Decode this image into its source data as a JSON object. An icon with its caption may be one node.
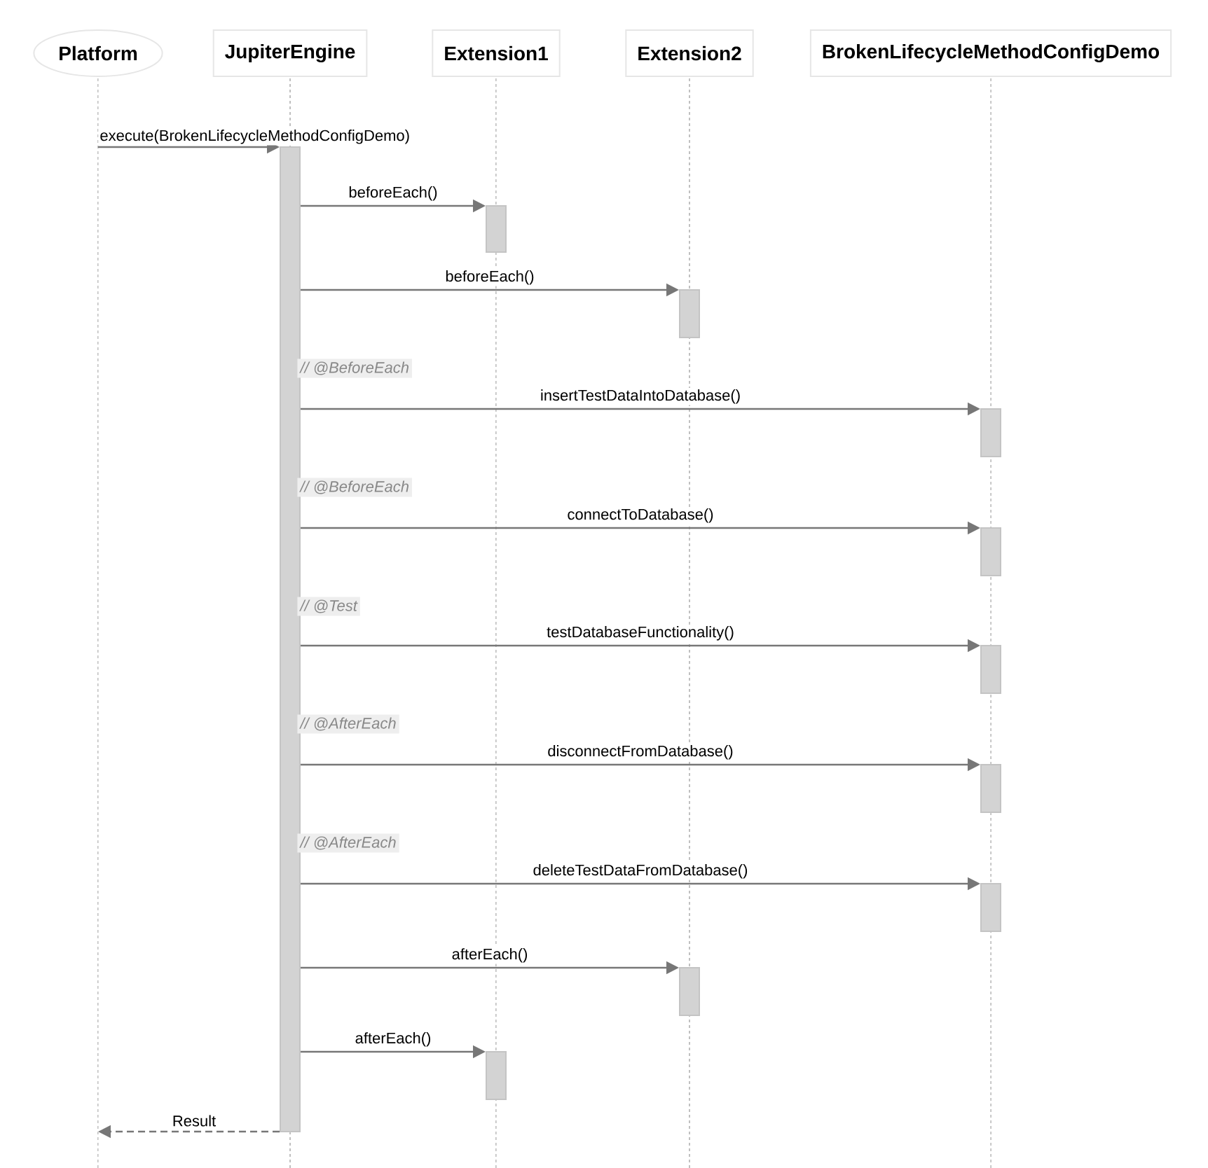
{
  "diagram": {
    "nodes": [
      {
        "text": [
          "Platform"
        ]
      },
      {
        "text": [
          "JupiterEngine"
        ]
      },
      {
        "text": [
          "Extension1"
        ]
      },
      {
        "text": [
          "Extension2"
        ]
      },
      {
        "text": [
          "BrokenLifecycleMethodConfigDemo"
        ]
      },
      {
        "text": [],
        "shape": "bar",
        "in": 1
      },
      {
        "text": [],
        "shape": "bar",
        "in": 2
      },
      {
        "text": [],
        "shape": "bar",
        "in": 3
      },
      {
        "text": [],
        "shape": "bar",
        "in": 4
      },
      {
        "text": [],
        "shape": "bar",
        "in": 4
      },
      {
        "text": [],
        "shape": "bar",
        "in": 4
      },
      {
        "text": [],
        "shape": "bar",
        "in": 4
      },
      {
        "text": [],
        "shape": "bar",
        "in": 4
      },
      {
        "text": [],
        "shape": "bar",
        "in": 3
      },
      {
        "text": [],
        "shape": "bar",
        "in": 2
      }
    ],
    "edges": [
      {
        "from": 0,
        "to": 5,
        "arrow": "to",
        "label": "execute(BrokenLifecycleMethodConfigDemo)"
      },
      {
        "from": 5,
        "to": 6,
        "arrow": "to",
        "label": "beforeEach()"
      },
      {
        "from": 5,
        "to": 7,
        "arrow": "to",
        "label": "beforeEach()"
      },
      {
        "from": 5,
        "to": 8,
        "arrow": "to",
        "label": "insertTestDataIntoDatabase()"
      },
      {
        "from": 5,
        "to": 9,
        "arrow": "to",
        "label": "connectToDatabase()"
      },
      {
        "from": 5,
        "to": 10,
        "arrow": "to",
        "label": "testDatabaseFunctionality()"
      },
      {
        "from": 5,
        "to": 11,
        "arrow": "to",
        "label": "disconnectFromDatabase()"
      },
      {
        "from": 5,
        "to": 12,
        "arrow": "to",
        "label": "deleteTestDataFromDatabase()"
      },
      {
        "from": 5,
        "to": 13,
        "arrow": "to",
        "label": "afterEach()"
      },
      {
        "from": 5,
        "to": 14,
        "arrow": "to",
        "label": "afterEach()"
      },
      {
        "from": 5,
        "to": 0,
        "arrow": "to",
        "label": "Result",
        "style": "dashed"
      }
    ],
    "labels": [
      "// @BeforeEach",
      "// @BeforeEach",
      "// @Test",
      "// @AfterEach",
      "// @AfterEach"
    ]
  }
}
